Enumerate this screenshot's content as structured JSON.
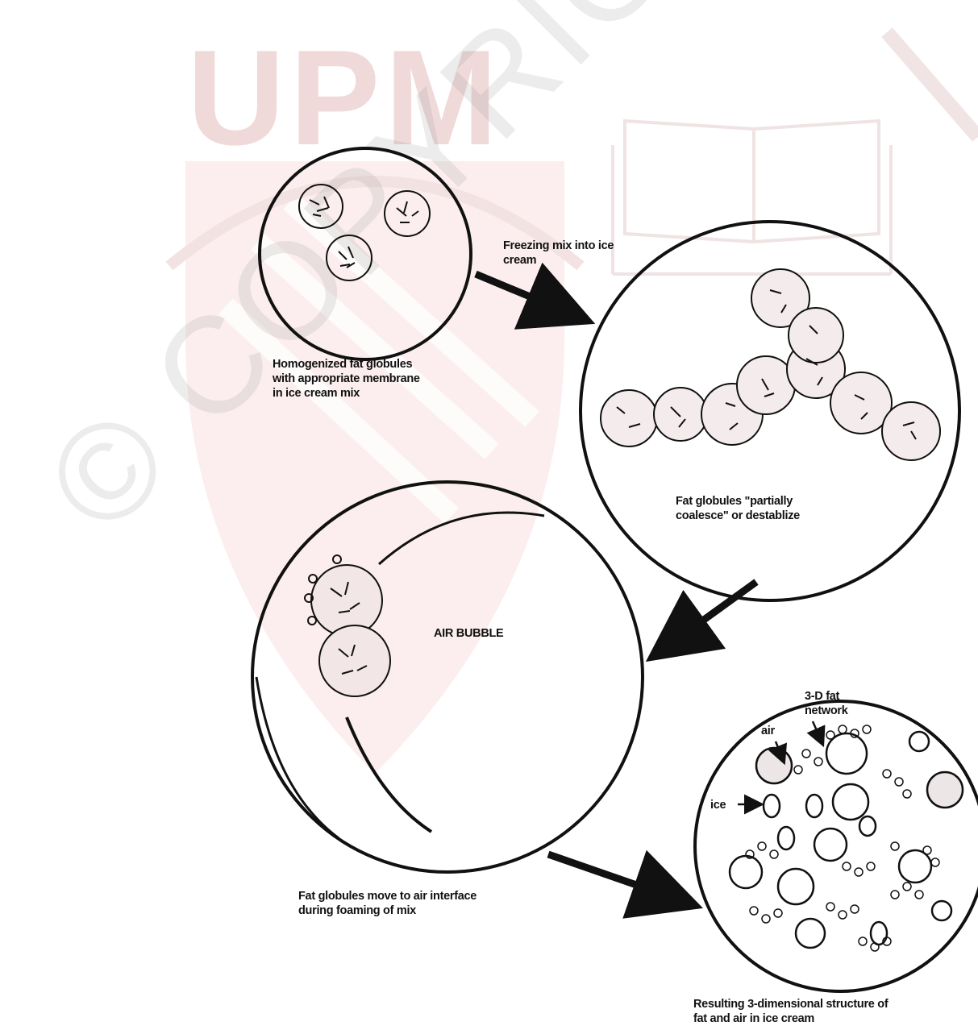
{
  "watermark": {
    "logo_text": "UPM",
    "copyright_text": "© COPYRIGHT UPM"
  },
  "labels": {
    "freezing": [
      "Freezing mix into ice",
      "cream"
    ],
    "homogenized": [
      "Homogenized fat globules",
      "with appropriate membrane",
      "in ice cream mix"
    ],
    "coalesce": [
      "Fat globules \"partially",
      "coalesce\" or destablize"
    ],
    "air_bubble": "AIR BUBBLE",
    "interface": [
      "Fat globules move to air interface",
      "during foaming of mix"
    ],
    "network": [
      "3-D fat",
      "network"
    ],
    "air": "air",
    "ice": "ice",
    "resulting": [
      "Resulting 3-dimensional structure of",
      "fat and air in ice cream"
    ]
  },
  "colors": {
    "ink": "#111111",
    "watermark_red": "#f0d9d9",
    "globule_fill": "#e9e0e0"
  }
}
